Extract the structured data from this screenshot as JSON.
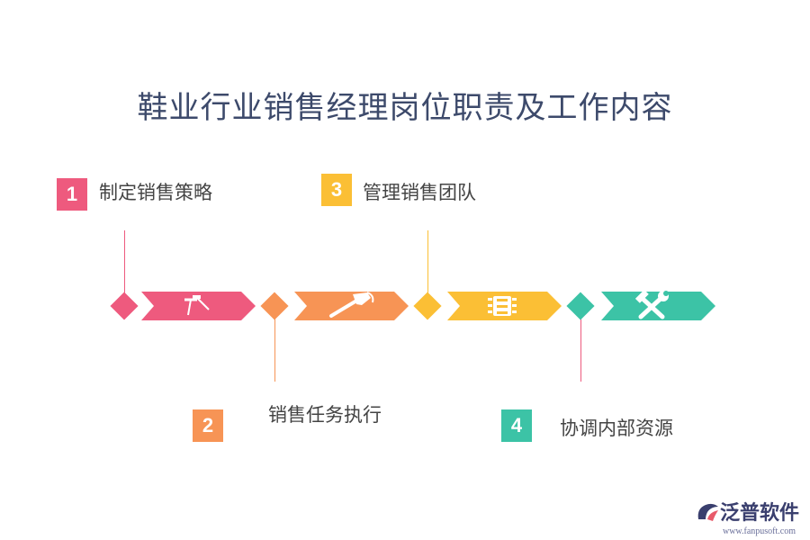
{
  "title": "鞋业行业销售经理岗位职责及工作内容",
  "colors": {
    "step1": "#ee5a7e",
    "step2": "#f79455",
    "step3": "#fbbf35",
    "step4": "#3cc3a6",
    "title": "#3d4a6b"
  },
  "steps": [
    {
      "number": "1",
      "label": "制定销售策略",
      "icon": "hammer-icon"
    },
    {
      "number": "2",
      "label": "销售任务执行",
      "icon": "claw-hammer-icon"
    },
    {
      "number": "3",
      "label": "管理销售团队",
      "icon": "traffic-light-icon"
    },
    {
      "number": "4",
      "label": "协调内部资源",
      "icon": "crossed-tools-icon"
    }
  ],
  "logo": {
    "name": "泛普软件",
    "url": "www.fanpusoft.com"
  }
}
